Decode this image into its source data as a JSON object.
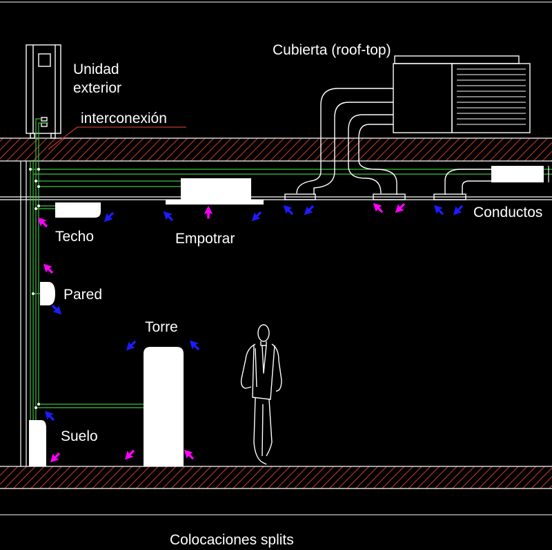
{
  "labels": {
    "unidad_line1": "Unidad",
    "unidad_line2": "exterior",
    "interconexion": "interconexión",
    "cubierta": "Cubierta (roof-top)",
    "techo": "Techo",
    "empotrar": "Empotrar",
    "conductos": "Conductos",
    "pared": "Pared",
    "torre": "Torre",
    "suelo": "Suelo",
    "title": "Colocaciones splits"
  },
  "colors": {
    "background": "#000000",
    "outline": "#ffffff",
    "hatch": "#c0392b",
    "pipe": "#3fbf3f",
    "supply_arrow": "#ff00ff",
    "return_arrow": "#1c1cff"
  }
}
